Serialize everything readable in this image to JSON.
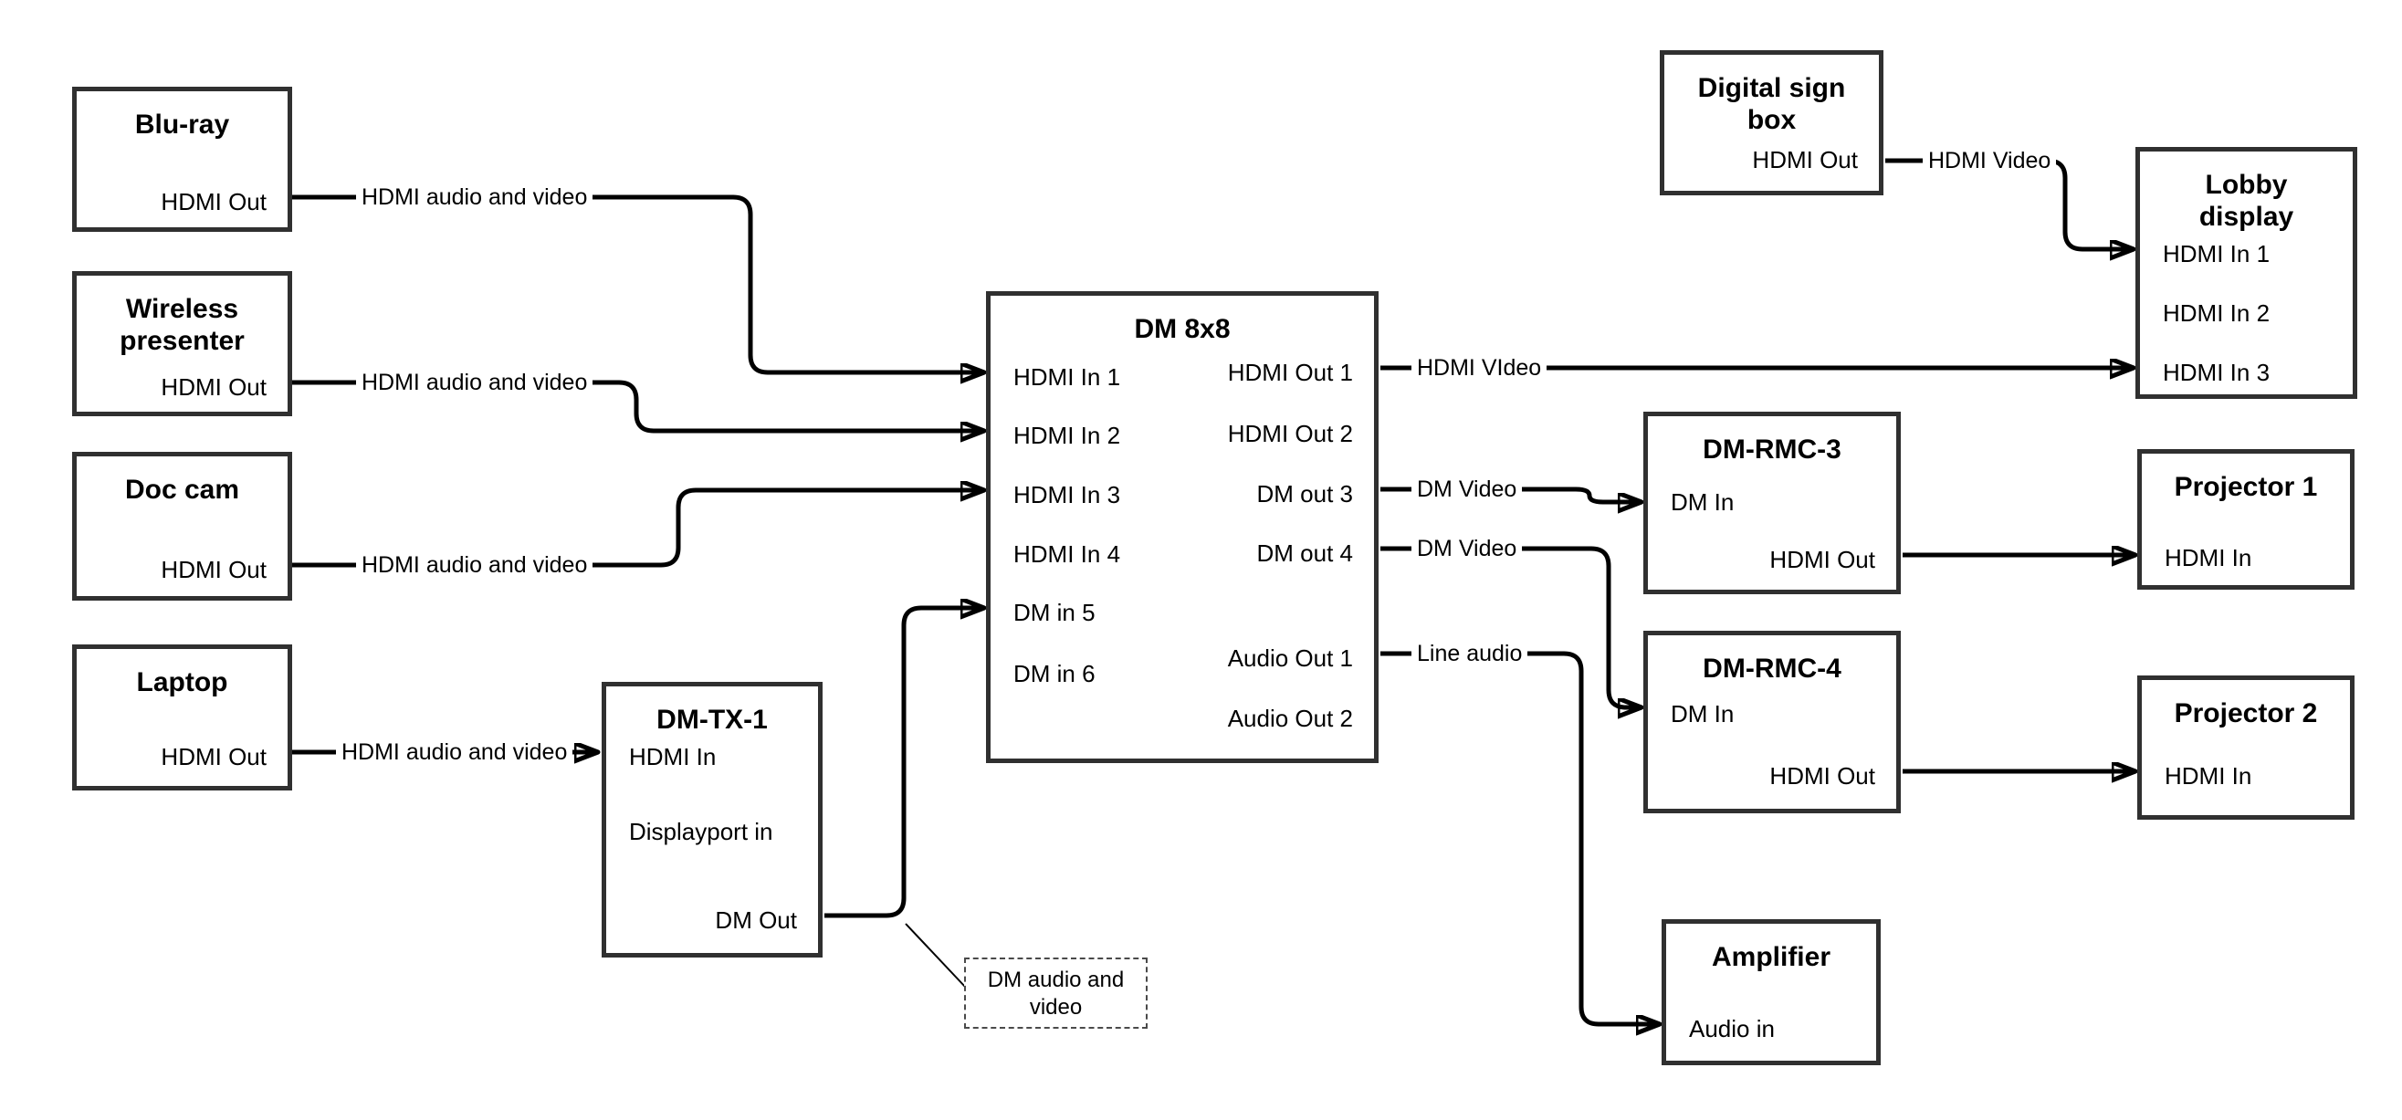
{
  "diagram": {
    "colors": {
      "background": "#ffffff",
      "line": "#000000",
      "box_border": "#303030",
      "text": "#000000"
    },
    "nodes": [
      {
        "id": "bluray",
        "title": "Blu-ray",
        "ports": [
          "HDMI Out"
        ]
      },
      {
        "id": "wireless-presenter",
        "title": "Wireless\npresenter",
        "ports": [
          "HDMI Out"
        ]
      },
      {
        "id": "doc-cam",
        "title": "Doc cam",
        "ports": [
          "HDMI Out"
        ]
      },
      {
        "id": "laptop",
        "title": "Laptop",
        "ports": [
          "HDMI Out"
        ]
      },
      {
        "id": "dm-tx-1",
        "title": "DM-TX-1",
        "ports": [
          "HDMI In",
          "Displayport in",
          "DM Out"
        ]
      },
      {
        "id": "dm-8x8",
        "title": "DM 8x8",
        "ports": [
          "HDMI In 1",
          "HDMI In 2",
          "HDMI In 3",
          "HDMI In 4",
          "DM in 5",
          "DM in 6",
          "HDMI Out 1",
          "HDMI Out 2",
          "DM out 3",
          "DM out 4",
          "Audio Out 1",
          "Audio Out 2"
        ]
      },
      {
        "id": "digital-sign-box",
        "title": "Digital sign\nbox",
        "ports": [
          "HDMI Out"
        ]
      },
      {
        "id": "lobby-display",
        "title": "Lobby\ndisplay",
        "ports": [
          "HDMI In 1",
          "HDMI In 2",
          "HDMI In 3"
        ]
      },
      {
        "id": "dm-rmc-3",
        "title": "DM-RMC-3",
        "ports": [
          "DM In",
          "HDMI Out"
        ]
      },
      {
        "id": "projector-1",
        "title": "Projector 1",
        "ports": [
          "HDMI In"
        ]
      },
      {
        "id": "dm-rmc-4",
        "title": "DM-RMC-4",
        "ports": [
          "DM In",
          "HDMI Out"
        ]
      },
      {
        "id": "projector-2",
        "title": "Projector 2",
        "ports": [
          "HDMI In"
        ]
      },
      {
        "id": "amplifier",
        "title": "Amplifier",
        "ports": [
          "Audio in"
        ]
      }
    ],
    "edge_labels": [
      "HDMI audio and video",
      "HDMI audio and video",
      "HDMI audio and video",
      "HDMI audio and video",
      "HDMI VIdeo",
      "HDMI Video",
      "DM Video",
      "DM Video",
      "Line audio"
    ],
    "callout_text": "DM audio and\nvideo"
  }
}
